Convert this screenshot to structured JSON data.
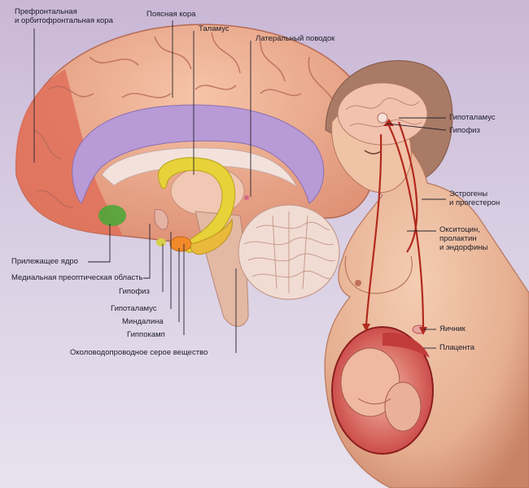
{
  "labels": {
    "prefrontal": [
      "Префронтальная",
      "и орбитофронтальная кора"
    ],
    "cingulate": "Поясная кора",
    "thalamus": "Таламус",
    "habenula": "Латеральный поводок",
    "nucleus_accumbens": "Прилежащее ядро",
    "mpoa": "Медиальная преоптическая область",
    "pituitary_brain": "Гипофиз",
    "hypothalamus_brain": "Гипоталамус",
    "amygdala": "Миндалина",
    "hippocampus": "Гиппокамп",
    "pag": "Околоводопроводное серое вещество",
    "hypothalamus_body": "Гипоталамус",
    "pituitary_body": "Гипофиз",
    "estrogens": [
      "Эстрогены",
      "и прогестерон"
    ],
    "oxytocin": [
      "Окситоцин,",
      "пролактин",
      "и эндорфины"
    ],
    "ovary": "Яичник",
    "placenta": "Плацента"
  },
  "colors": {
    "background": "#d3c6de",
    "cortex": "#e9a98c",
    "prefrontal": "#e0705a",
    "cingulate": "#b89ad6",
    "accumbens": "#4fa63a",
    "hippocampus": "#e7d23a",
    "amygdala": "#f28a2a",
    "skin": "#eab79a",
    "hormone_path": "#b12a1e"
  }
}
